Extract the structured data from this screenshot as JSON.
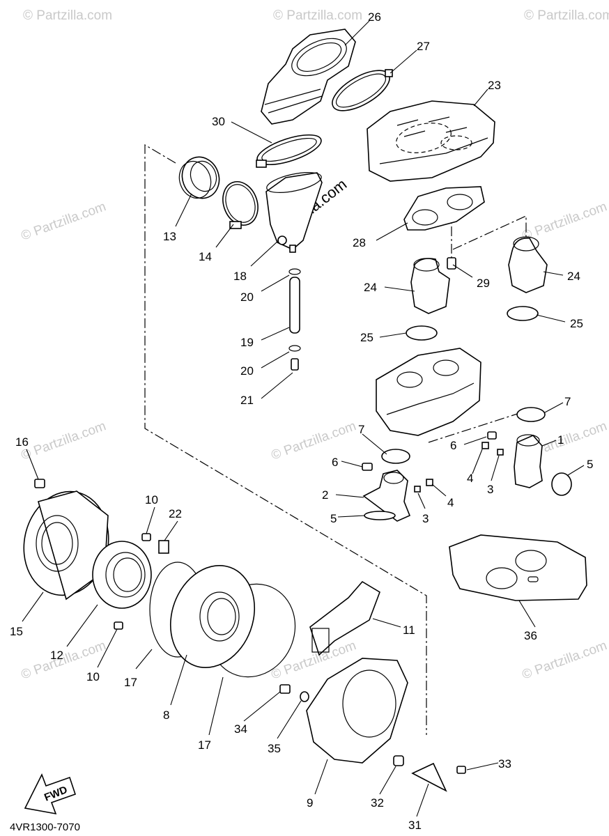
{
  "watermark": "© Partzilla.com",
  "center_watermark": "Partzilla.com",
  "diagram_code": "4VR1300-7070",
  "fwd_label": "FWD",
  "callouts": [
    "26",
    "27",
    "23",
    "30",
    "13",
    "14",
    "18",
    "28",
    "24",
    "29",
    "24",
    "25",
    "20",
    "19",
    "20",
    "21",
    "25",
    "7",
    "1",
    "7",
    "6",
    "5",
    "6",
    "4",
    "3",
    "4",
    "2",
    "5",
    "3",
    "16",
    "10",
    "22",
    "15",
    "12",
    "10",
    "11",
    "17",
    "8",
    "17",
    "36",
    "34",
    "35",
    "33",
    "9",
    "32",
    "31"
  ]
}
